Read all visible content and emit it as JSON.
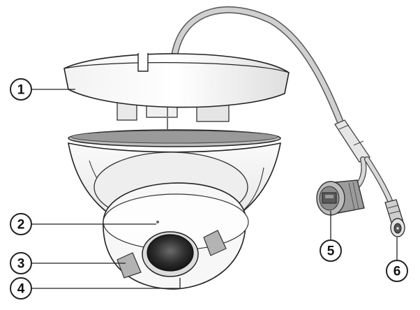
{
  "callouts": [
    {
      "id": "1",
      "label": "1"
    },
    {
      "id": "2",
      "label": "2"
    },
    {
      "id": "3",
      "label": "3"
    },
    {
      "id": "4",
      "label": "4"
    },
    {
      "id": "5",
      "label": "5"
    },
    {
      "id": "6",
      "label": "6"
    }
  ],
  "colors": {
    "outline": "#222222",
    "body_light": "#f4f4f4",
    "body_shade": "#d9d9d9",
    "lens_dark": "#3a3a3a",
    "ir_led": "#b3b3b3",
    "cable": "#cfcfcf"
  }
}
